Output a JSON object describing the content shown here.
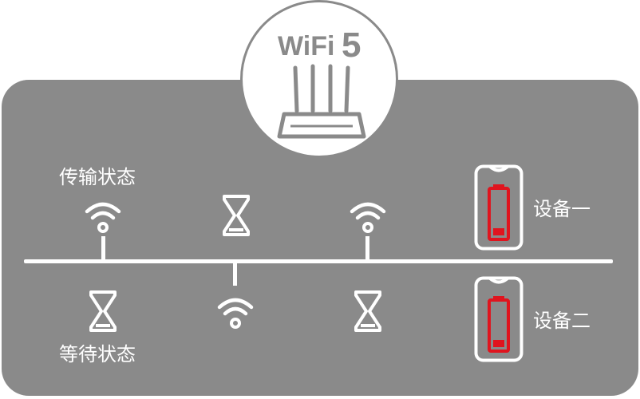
{
  "router": {
    "brand_text": "WiFi",
    "brand_number": "5"
  },
  "timeline": {
    "top_label": "传输状态",
    "bottom_label": "等待状态"
  },
  "devices": [
    {
      "label": "设备一",
      "battery_color": "#e0141e"
    },
    {
      "label": "设备二",
      "battery_color": "#e0141e"
    }
  ],
  "colors": {
    "panel": "#8a8a8a",
    "foreground": "#ffffff",
    "accent": "#e0141e"
  },
  "icons": {
    "top_row": [
      "wifi-icon",
      "hourglass-icon",
      "wifi-icon"
    ],
    "bottom_row": [
      "hourglass-icon",
      "wifi-icon",
      "hourglass-icon"
    ]
  }
}
